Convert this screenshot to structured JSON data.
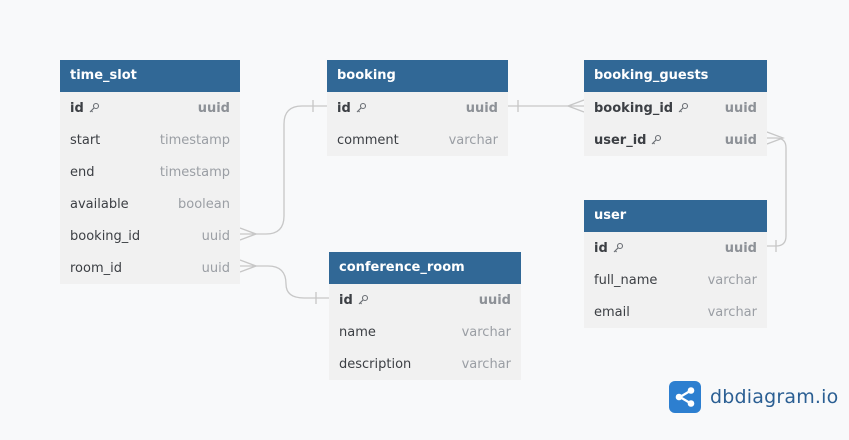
{
  "tables": [
    {
      "id": "time_slot",
      "name": "time_slot",
      "fields": [
        {
          "name": "id",
          "type": "uuid",
          "pk": true
        },
        {
          "name": "start",
          "type": "timestamp",
          "pk": false
        },
        {
          "name": "end",
          "type": "timestamp",
          "pk": false
        },
        {
          "name": "available",
          "type": "boolean",
          "pk": false
        },
        {
          "name": "booking_id",
          "type": "uuid",
          "pk": false
        },
        {
          "name": "room_id",
          "type": "uuid",
          "pk": false
        }
      ]
    },
    {
      "id": "booking",
      "name": "booking",
      "fields": [
        {
          "name": "id",
          "type": "uuid",
          "pk": true
        },
        {
          "name": "comment",
          "type": "varchar",
          "pk": false
        }
      ]
    },
    {
      "id": "booking_guests",
      "name": "booking_guests",
      "fields": [
        {
          "name": "booking_id",
          "type": "uuid",
          "pk": true
        },
        {
          "name": "user_id",
          "type": "uuid",
          "pk": true
        }
      ]
    },
    {
      "id": "user",
      "name": "user",
      "fields": [
        {
          "name": "id",
          "type": "uuid",
          "pk": true
        },
        {
          "name": "full_name",
          "type": "varchar",
          "pk": false
        },
        {
          "name": "email",
          "type": "varchar",
          "pk": false
        }
      ]
    },
    {
      "id": "conference_room",
      "name": "conference_room",
      "fields": [
        {
          "name": "id",
          "type": "uuid",
          "pk": true
        },
        {
          "name": "name",
          "type": "varchar",
          "pk": false
        },
        {
          "name": "description",
          "type": "varchar",
          "pk": false
        }
      ]
    }
  ],
  "relationships": [
    {
      "from": "time_slot.booking_id",
      "to": "booking.id",
      "from_end": "many",
      "to_end": "one"
    },
    {
      "from": "time_slot.room_id",
      "to": "conference_room.id",
      "from_end": "many",
      "to_end": "one"
    },
    {
      "from": "booking.id",
      "to": "booking_guests.booking_id",
      "from_end": "one",
      "to_end": "many"
    },
    {
      "from": "booking_guests.user_id",
      "to": "user.id",
      "from_end": "many",
      "to_end": "one"
    }
  ],
  "brand": {
    "text": "dbdiagram.io",
    "icon": "share-nodes-icon",
    "color": "#2d7fd0"
  },
  "colors": {
    "header": "#316896",
    "body": "#f1f1f1",
    "connector": "#c7c7c7"
  }
}
